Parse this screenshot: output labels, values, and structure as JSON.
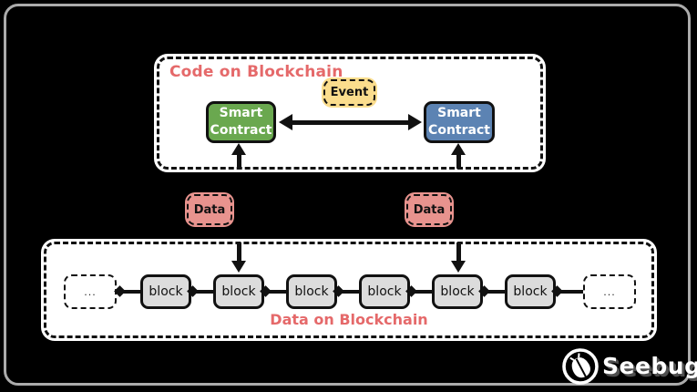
{
  "canvas": {
    "background_color": "#000000",
    "frame_color": "#ababab"
  },
  "code_section": {
    "title": "Code on Blockchain",
    "title_color": "#e5696a",
    "event_label": "Event",
    "event_bg": "#fbdd8d",
    "contracts": [
      {
        "label": "Smart Contract",
        "bg": "#6aa84f"
      },
      {
        "label": "Smart Contract",
        "bg": "#5c83b3"
      }
    ]
  },
  "data_flow": {
    "labels": [
      {
        "text": "Data"
      },
      {
        "text": "Data"
      }
    ],
    "label_bg": "#e8938e"
  },
  "data_section": {
    "title": "Data on Blockchain",
    "title_color": "#e5696a",
    "block_bg": "#dcdcdc",
    "blocks": [
      "block",
      "block",
      "block",
      "block",
      "block",
      "block"
    ],
    "ellipsis": "..."
  },
  "branding": {
    "logo_text": "Seebug",
    "logo_icon": "seebug-bug-icon"
  }
}
